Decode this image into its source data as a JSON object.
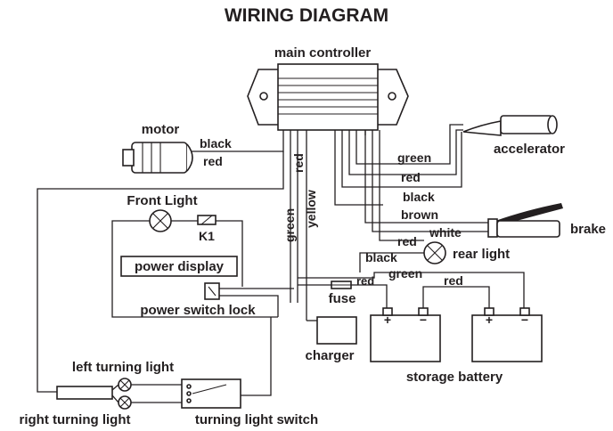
{
  "title": "WIRING DIAGRAM",
  "components": {
    "controller": "main  controller",
    "motor": "motor",
    "accelerator": "accelerator",
    "brake": "brake",
    "front_light": "Front Light",
    "k1": "K1",
    "power_display": "power display",
    "power_switch_lock": "power switch lock",
    "fuse": "fuse",
    "charger": "charger",
    "rear_light": "rear  light",
    "storage_battery": "storage battery",
    "left_turning_light": "left   turning   light",
    "right_turning_light": "right   turning   light",
    "turning_light_switch": "turning   light  switch"
  },
  "wires": {
    "motor_black": "black",
    "motor_red": "red",
    "acc_green": "green",
    "acc_red": "red",
    "black": "black",
    "brown": "brown",
    "brake_white": "white",
    "rear_red": "red",
    "rear_black": "black",
    "batt_green": "green",
    "fuse_red": "red",
    "batt_red": "red",
    "vert_red": "red",
    "vert_yellow": "yellow",
    "vert_green": "green"
  },
  "battery_terminals": {
    "plus": "+",
    "minus": "−"
  }
}
